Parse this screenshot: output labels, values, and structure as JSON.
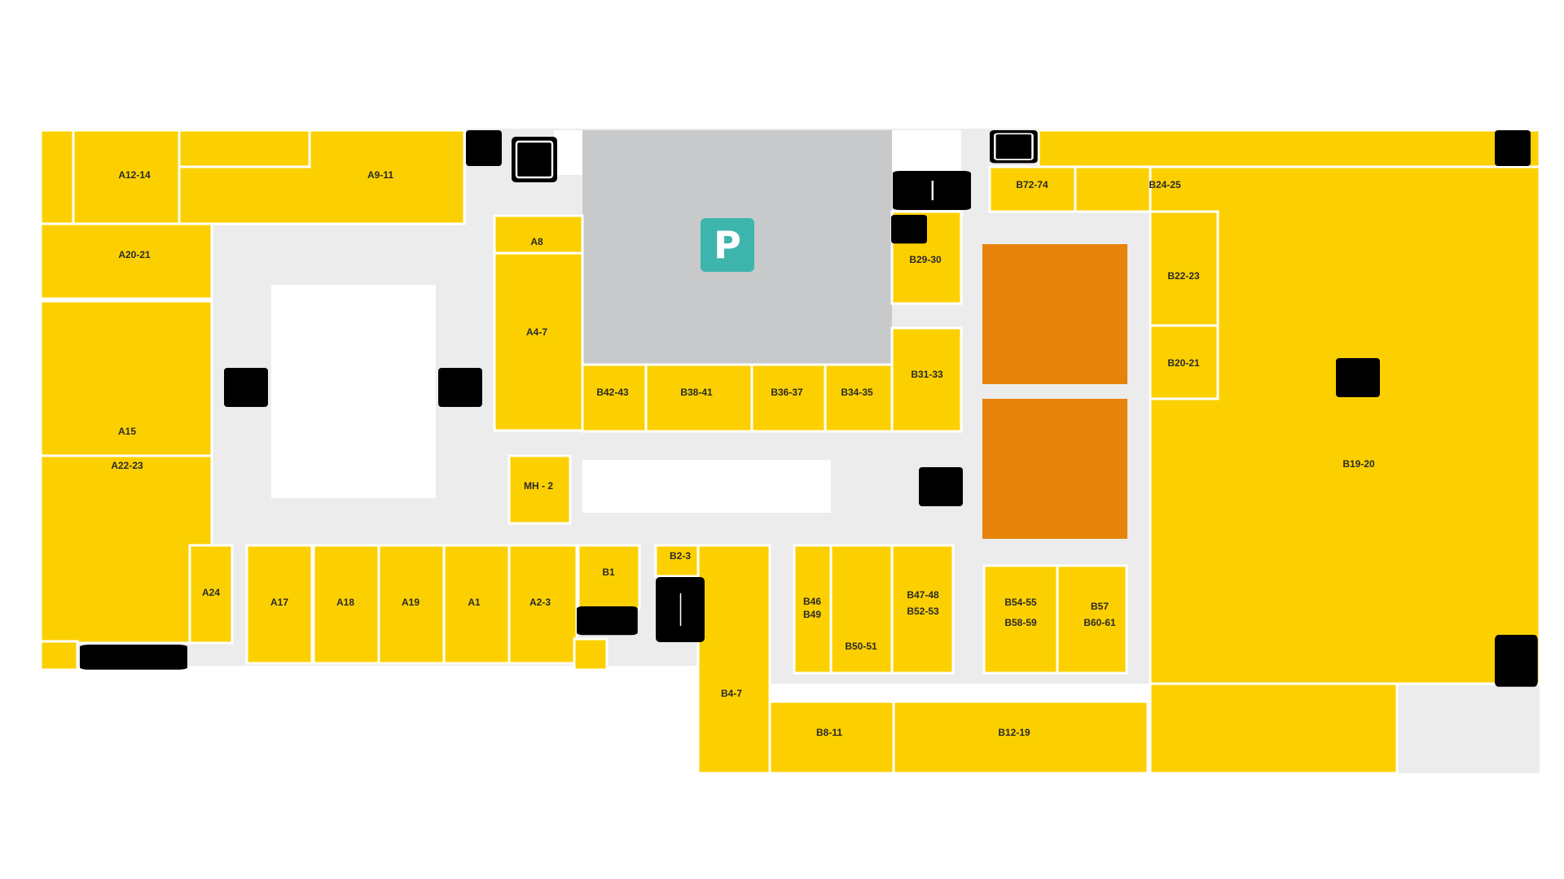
{
  "map": {
    "colors": {
      "unit": "#fcd000",
      "anchor_unit": "#e5830a",
      "walkway": "#ececec",
      "parking": "#c8c9ca",
      "facility_icon": "#3db5ad"
    },
    "units": {
      "a12_14": "A12-14",
      "a9_11": "A9-11",
      "a20_21": "A20-21",
      "a15": "A15",
      "a22_23": "A22-23",
      "a24": "A24",
      "a17": "A17",
      "a18": "A18",
      "a19": "A19",
      "a1": "A1",
      "a2_3": "A2-3",
      "a8": "A8",
      "a4_7": "A4-7",
      "mh_2": "MH - 2",
      "b1": "B1",
      "b2_3": "B2-3",
      "b4_7": "B4-7",
      "b42_43": "B42-43",
      "b38_41": "B38-41",
      "b36_37": "B36-37",
      "b34_35": "B34-35",
      "b29_30": "B29-30",
      "b31_33": "B31-33",
      "b46": "B46",
      "b49": "B49",
      "b50_51": "B50-51",
      "b47_48": "B47-48",
      "b52_53": "B52-53",
      "b54_55": "B54-55",
      "b58_59": "B58-59",
      "b57": "B57",
      "b60_61": "B60-61",
      "b8_11": "B8-11",
      "b12_19": "B12-19",
      "b72_74": "B72-74",
      "b24_25": "B24-25",
      "b22_23": "B22-23",
      "b20_21": "B20-21",
      "b19_20": "B19-20"
    },
    "parking_label": "P",
    "facility_icons": {
      "emergency_exit": "emergency-exit-icon",
      "elevator": "elevator-icon",
      "escalator": "escalator-icon",
      "restroom": "restroom-icon",
      "parking": "parking-icon"
    }
  }
}
